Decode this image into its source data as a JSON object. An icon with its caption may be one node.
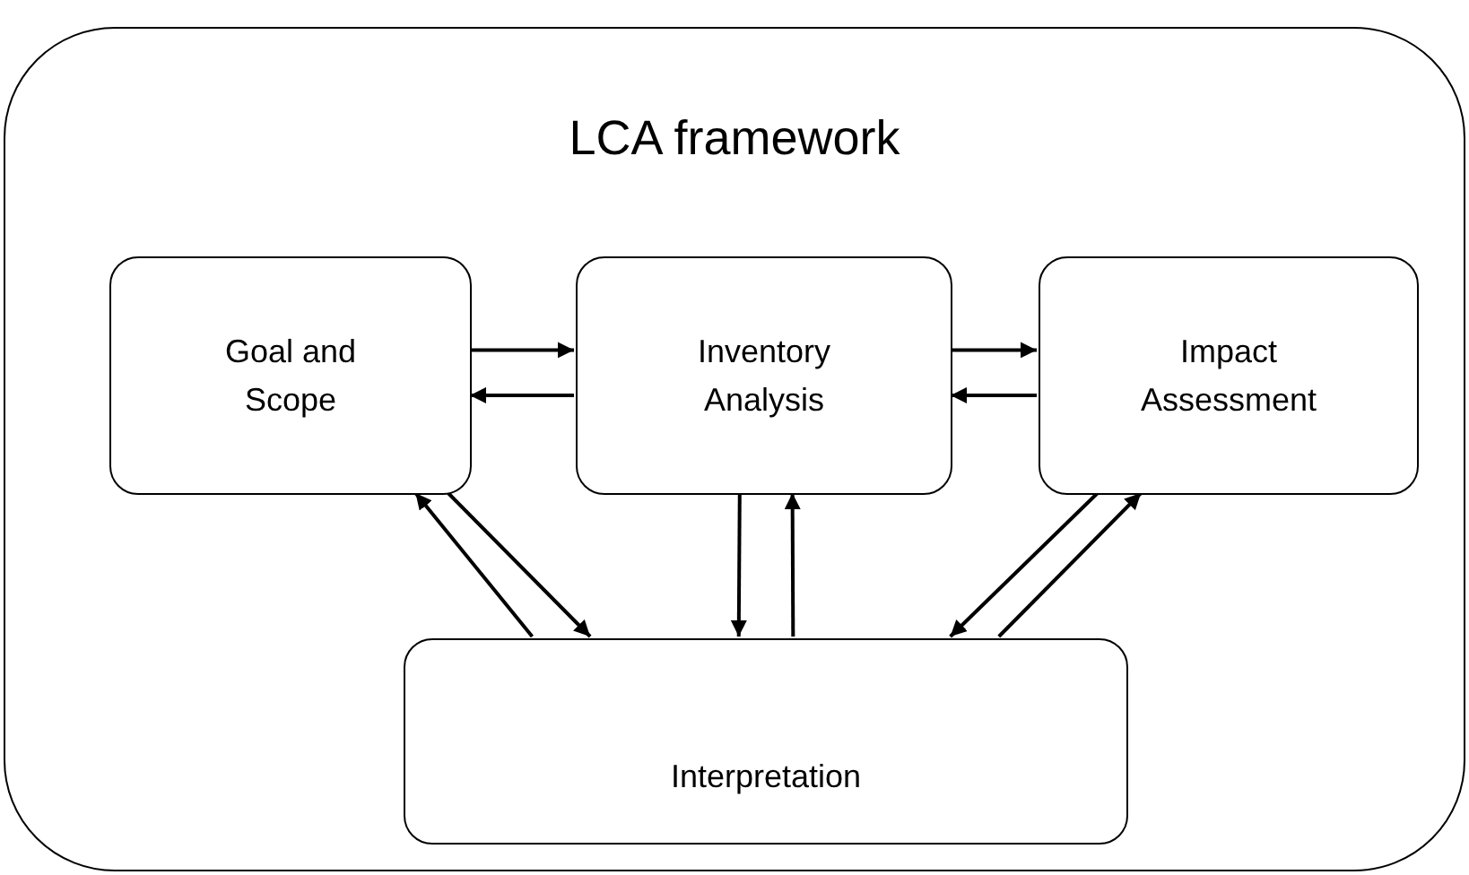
{
  "diagram": {
    "nodes": [
      {
        "text": [
          "LCA framework"
        ]
      },
      {
        "text": [
          "Goal and Scope"
        ],
        "in": 0
      },
      {
        "text": [
          "Inventory Analysis"
        ],
        "in": 0
      },
      {
        "text": [
          "Impact Assessment"
        ],
        "in": 0
      },
      {
        "text": [
          "Interpretation"
        ],
        "in": 0
      }
    ],
    "edges": [
      {
        "from": 1,
        "to": 2,
        "arrow": "to"
      },
      {
        "from": 2,
        "to": 1,
        "arrow": "to"
      },
      {
        "from": 2,
        "to": 3,
        "arrow": "to"
      },
      {
        "from": 3,
        "to": 2,
        "arrow": "to"
      },
      {
        "from": 1,
        "to": 4,
        "arrow": "to"
      },
      {
        "from": 4,
        "to": 1,
        "arrow": "to"
      },
      {
        "from": 2,
        "to": 4,
        "arrow": "to"
      },
      {
        "from": 4,
        "to": 2,
        "arrow": "to"
      },
      {
        "from": 3,
        "to": 4,
        "arrow": "to"
      },
      {
        "from": 4,
        "to": 3,
        "arrow": "to"
      }
    ]
  }
}
